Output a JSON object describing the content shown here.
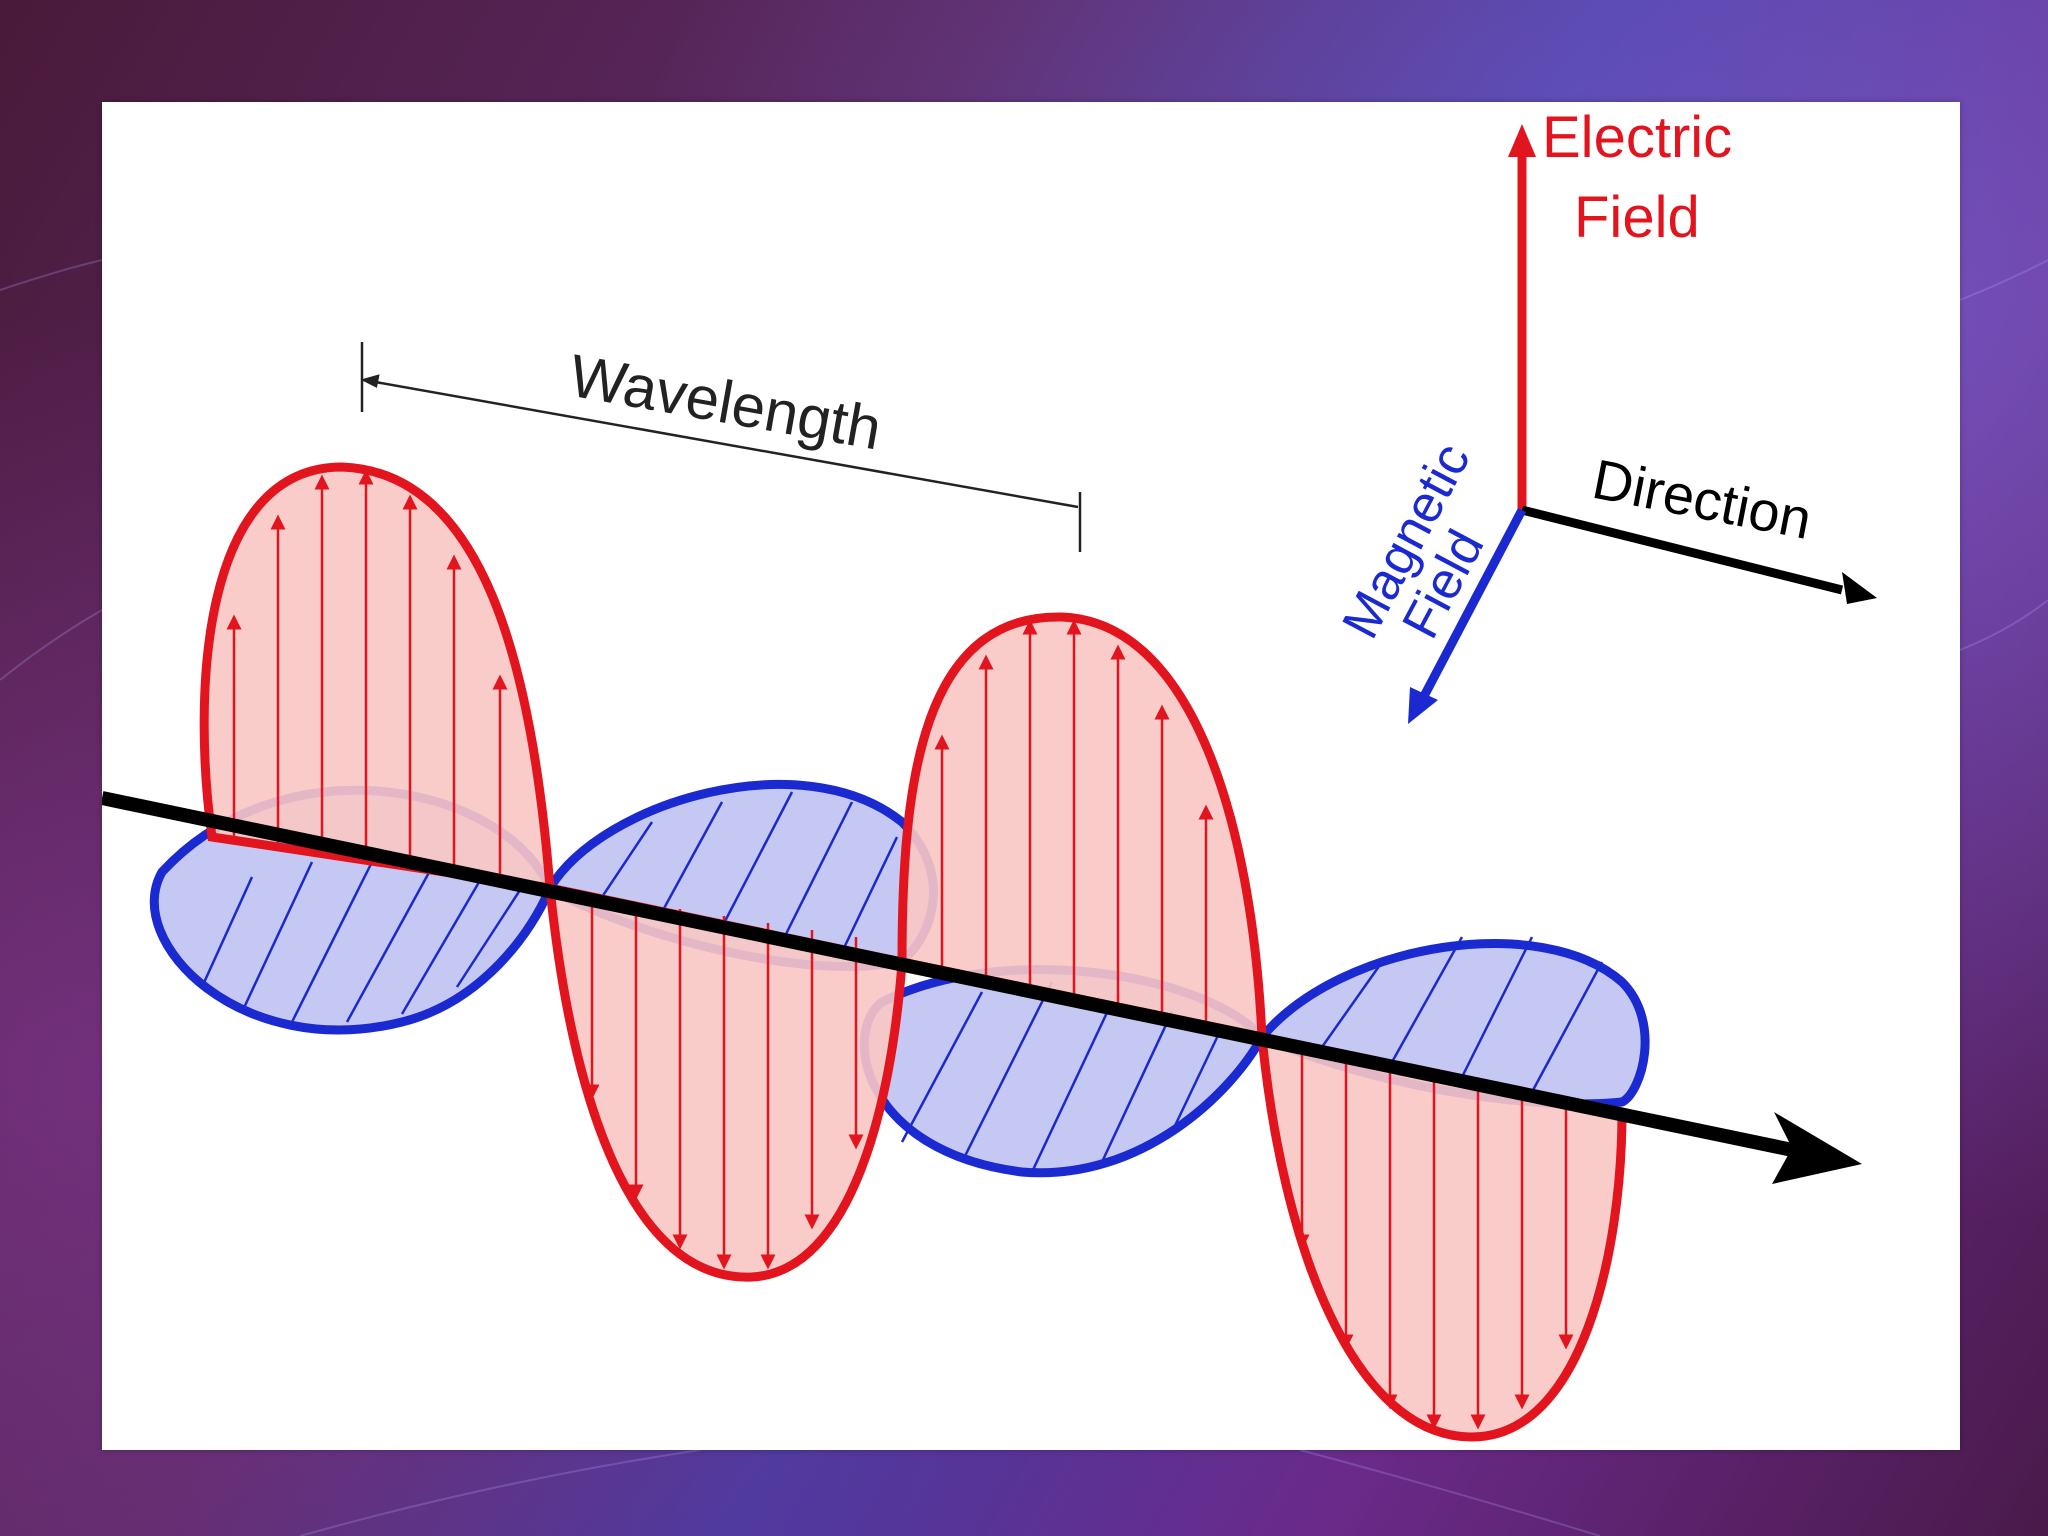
{
  "diagram": {
    "labels": {
      "electric_field_line1": "Electric",
      "electric_field_line2": "Field",
      "magnetic_field_line1": "Magnetic",
      "magnetic_field_line2": "Field",
      "direction": "Direction",
      "wavelength": "Wavelength"
    },
    "colors": {
      "electric": "#e2141e",
      "electric_fill": "#f9c6c3",
      "magnetic": "#1a2ad0",
      "magnetic_fill": "#c4c8f2",
      "axis": "#000000"
    }
  }
}
